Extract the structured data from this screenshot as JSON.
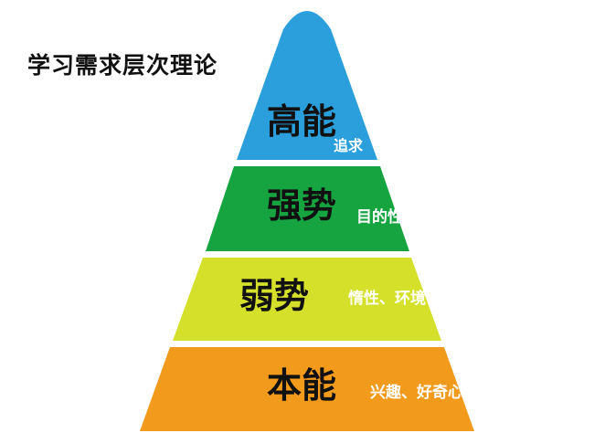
{
  "title": "学习需求层次理论",
  "levels": [
    {
      "label": "高能",
      "note": "追求",
      "color": "#2a9fdc"
    },
    {
      "label": "强势",
      "note": "目的性",
      "color": "#16a440"
    },
    {
      "label": "弱势",
      "note": "惰性、环境",
      "color": "#d4e02a"
    },
    {
      "label": "本能",
      "note": "兴趣、好奇心",
      "color": "#f29a1c"
    }
  ]
}
